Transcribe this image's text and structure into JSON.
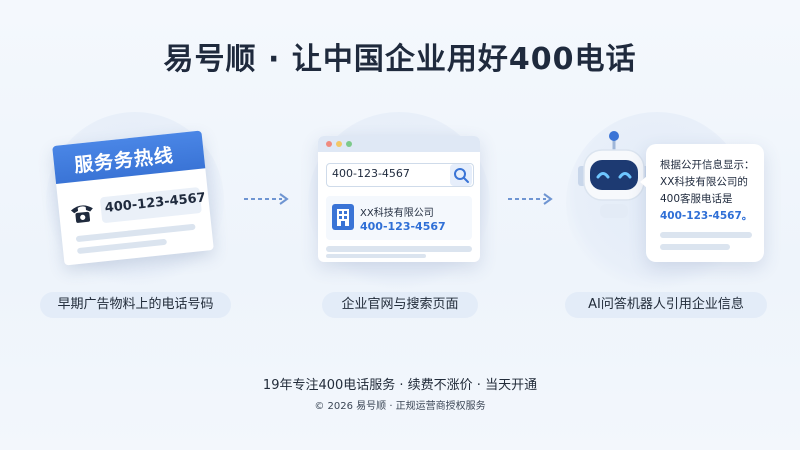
{
  "title": "易号顺 · 让中国企业用好400电话",
  "panels": {
    "ad": {
      "banner": "服务务热线",
      "phone_number": "400-123-4567",
      "caption": "早期广告物料上的电话号码"
    },
    "web": {
      "search_value": "400-123-4567",
      "company_name": "XX科技有限公司",
      "company_number": "400-123-4567",
      "caption": "企业官网与搜索页面"
    },
    "ai": {
      "bubble_lines": [
        "根据公开信息显示：",
        "XX科技有限公司的",
        "400客服电话是",
        "400-123-4567。"
      ],
      "caption": "AI问答机器人引用企业信息"
    }
  },
  "footer": {
    "tagline": "19年专注400电话服务 · 续费不涨价 · 当天开通",
    "copyright": "© 2026 易号顺 · 正规运营商授权服务"
  },
  "colors": {
    "accent": "#3a74d6",
    "highlight": "#2f6fd6",
    "robot_face": "#1d3a72"
  },
  "icons": [
    "phone-icon",
    "search-icon",
    "building-icon",
    "robot-icon",
    "arrow-right-icon"
  ]
}
